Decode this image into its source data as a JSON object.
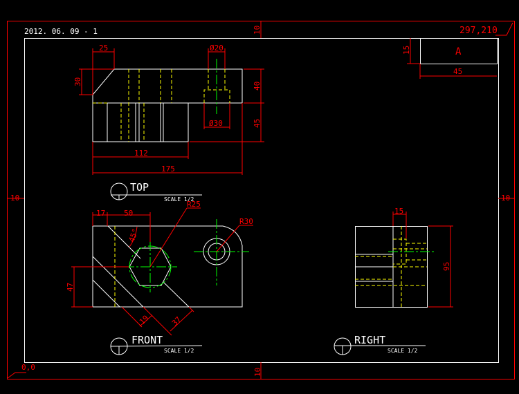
{
  "header": {
    "date_code": "2012. 06. 09 - 1",
    "corner_top_right": "297,210",
    "corner_bottom_left": "0,0"
  },
  "margins": {
    "top": "10",
    "bottom": "10",
    "left": "10",
    "right": "10"
  },
  "title_block": {
    "letter": "A",
    "height_dim": "15",
    "width_dim": "45"
  },
  "top_view": {
    "label": "TOP",
    "scale": "SCALE 1/2",
    "dims": {
      "d25": "25",
      "d30": "30",
      "dia20": "Ø20",
      "dia30": "Ø30",
      "d40": "40",
      "d45": "45",
      "d112": "112",
      "d175": "175"
    }
  },
  "front_view": {
    "label": "FRONT",
    "scale": "SCALE 1/2",
    "dims": {
      "d17": "17",
      "d50": "50",
      "r25": "R25",
      "r30": "R30",
      "angle": "45°",
      "d47": "47",
      "d19": "19",
      "d37": "37"
    }
  },
  "right_view": {
    "label": "RIGHT",
    "scale": "SCALE 1/2",
    "dims": {
      "d15": "15",
      "d95": "95"
    }
  },
  "colors": {
    "border": "#ff0000",
    "object": "#ffffff",
    "hidden": "#ffff00",
    "center": "#00ff00",
    "background": "#000000"
  }
}
